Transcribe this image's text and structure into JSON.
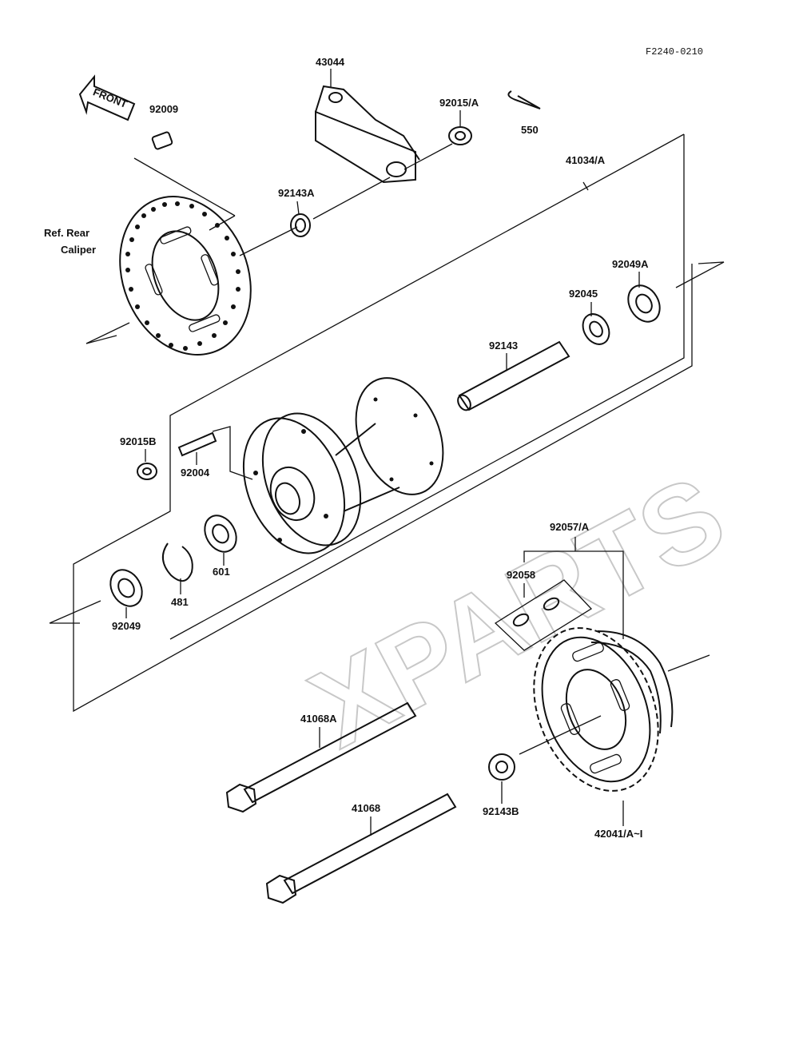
{
  "diagram": {
    "figure_code": "F2240-0210",
    "front_arrow_text": "FRONT",
    "watermark": "XPARTS",
    "ref_note_line1": "Ref. Rear",
    "ref_note_line2": "Caliper",
    "parts": {
      "p43044": "43044",
      "p92009": "92009",
      "p92015A": "92015/A",
      "p550": "550",
      "p41034A": "41034/A",
      "p92143A": "92143A",
      "p92049A": "92049A",
      "p92045": "92045",
      "p92143": "92143",
      "p92015B": "92015B",
      "p92004": "92004",
      "p601": "601",
      "p481": "481",
      "p92049": "92049",
      "p92057A": "92057/A",
      "p92058": "92058",
      "p41068A": "41068A",
      "p41068": "41068",
      "p92143B": "92143B",
      "p42041": "42041/A~I"
    }
  }
}
